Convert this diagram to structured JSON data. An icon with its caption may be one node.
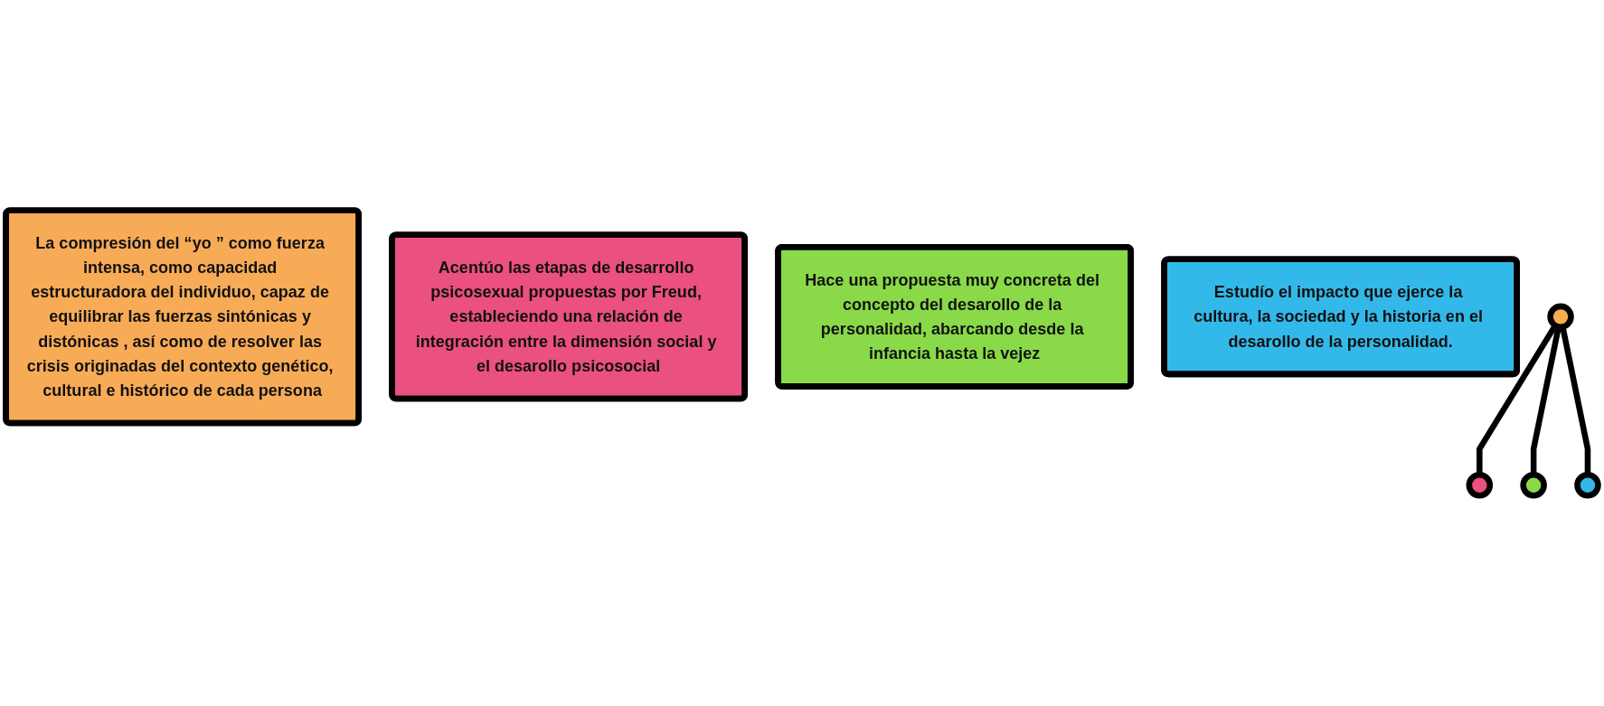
{
  "diagram": {
    "nodes": [
      {
        "text": [
          "La compresión del “yo ” como fuerza intensa, como capacidad estructuradora del individuo, capaz de equilibrar las fuerzas sintónicas y distónicas , así como de resolver las crisis originadas del contexto genético, cultural e histórico de cada persona"
        ]
      },
      {
        "text": [
          "Acentúo las etapas de desarrollo psicosexual propuestas por Freud, estableciendo una relación de integración entre la dimensión social y el desarollo psicosocial"
        ]
      },
      {
        "text": [
          "Hace una propuesta muy concreta del concepto del desarollo de la personalidad, abarcando desde la infancia hasta la vejez"
        ]
      },
      {
        "text": [
          "Estudío el impacto que ejerce la cultura, la sociedad y la historia en el desarollo de la personalidad."
        ]
      },
      {
        "text": [],
        "shape": "circle"
      },
      {
        "text": [],
        "shape": "circle"
      },
      {
        "text": [],
        "shape": "circle"
      },
      {
        "text": [],
        "shape": "circle"
      }
    ],
    "edges": [
      {
        "from": 4,
        "to": 5,
        "arrow": "none"
      },
      {
        "from": 4,
        "to": 6,
        "arrow": "none"
      },
      {
        "from": 4,
        "to": 7,
        "arrow": "none"
      }
    ]
  }
}
